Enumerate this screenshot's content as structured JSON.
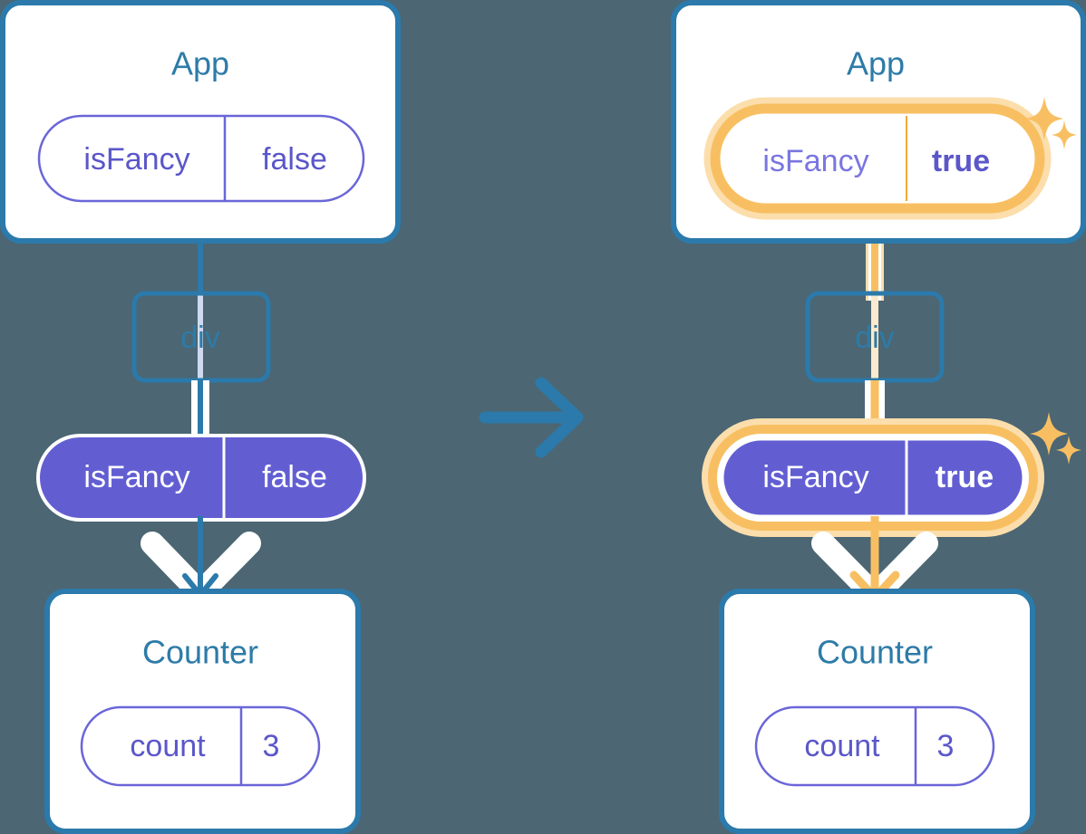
{
  "meta": {
    "background_color": "#4c6673",
    "blue": "#2b7aab",
    "blue_text": "#2d7ba8",
    "purple": "#625ed2",
    "purple_border": "#6a66d8",
    "purple_text": "#5b57c9",
    "white": "#ffffff",
    "orange": "#f8bf62",
    "orange_glow": "#fbdeab",
    "light_blue_line": "#cfdaf0",
    "light_orange_line": "#fbeacd"
  },
  "panels": [
    {
      "id": "before",
      "app": {
        "title": "App",
        "state_pill": {
          "name": "isFancy",
          "value": "false",
          "highlighted": false,
          "style": "outline"
        }
      },
      "div": {
        "label": "div"
      },
      "props_pill": {
        "name": "isFancy",
        "value": "false",
        "highlighted": false,
        "style": "filled"
      },
      "counter": {
        "title": "Counter",
        "state_pill": {
          "name": "count",
          "value": "3",
          "highlighted": false,
          "style": "outline"
        }
      },
      "sparkles": false
    },
    {
      "id": "after",
      "app": {
        "title": "App",
        "state_pill": {
          "name": "isFancy",
          "value": "true",
          "highlighted": true,
          "style": "outline"
        }
      },
      "div": {
        "label": "div"
      },
      "props_pill": {
        "name": "isFancy",
        "value": "true",
        "highlighted": true,
        "style": "filled"
      },
      "counter": {
        "title": "Counter",
        "state_pill": {
          "name": "count",
          "value": "3",
          "highlighted": false,
          "style": "outline"
        }
      },
      "sparkles": true
    }
  ],
  "transition_arrow": {
    "icon": "arrow-right-icon",
    "color": "#2b7aab"
  },
  "sparkle_icons": {
    "big": "sparkle-star-icon",
    "small": "sparkle-star-small-icon"
  }
}
